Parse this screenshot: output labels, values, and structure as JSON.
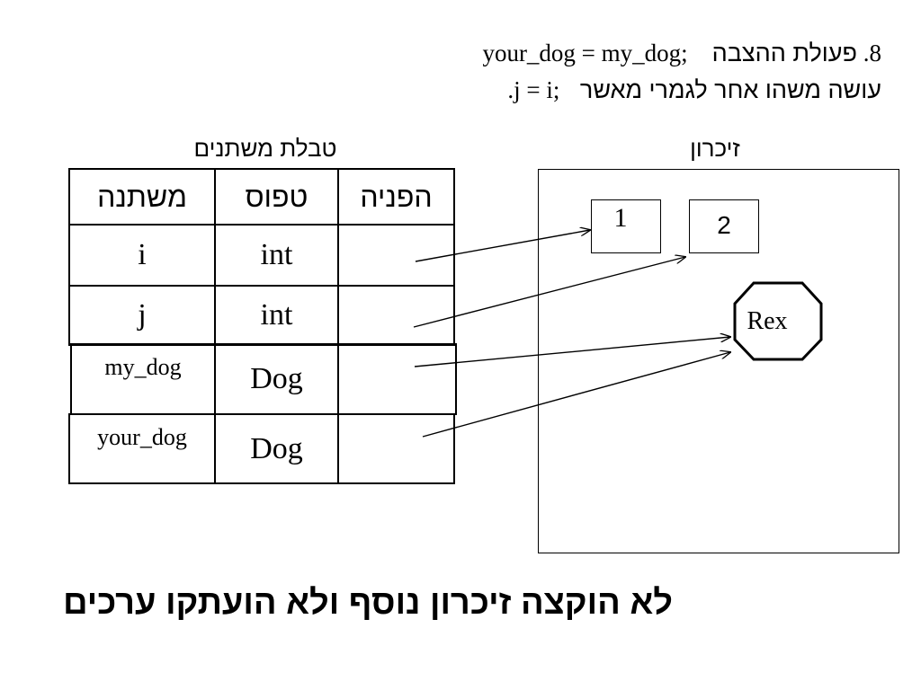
{
  "header": {
    "item_number": "8.",
    "line1_hebrew": "פעולת ההצבה",
    "line1_code": "your_dog = my_dog;",
    "line2_hebrew": "עושה משהו אחר לגמרי מאשר",
    "line2_code": "j = i;",
    "line2_end": "."
  },
  "table": {
    "caption": "טבלת משתנים",
    "headers": {
      "variable": "משתנה",
      "type": "טפוס",
      "reference": "הפניה"
    },
    "rows": [
      {
        "variable": "i",
        "type": "int",
        "reference": ""
      },
      {
        "variable": "j",
        "type": "int",
        "reference": ""
      },
      {
        "variable": "my_dog",
        "type": "Dog",
        "reference": ""
      },
      {
        "variable": "your_dog",
        "type": "Dog",
        "reference": ""
      }
    ]
  },
  "memory": {
    "caption": "זיכרון",
    "cells": [
      "1",
      "2"
    ],
    "object_label": "Rex"
  },
  "footer": {
    "statement": "לא הוקצה זיכרון נוסף ולא הועתקו ערכים"
  }
}
